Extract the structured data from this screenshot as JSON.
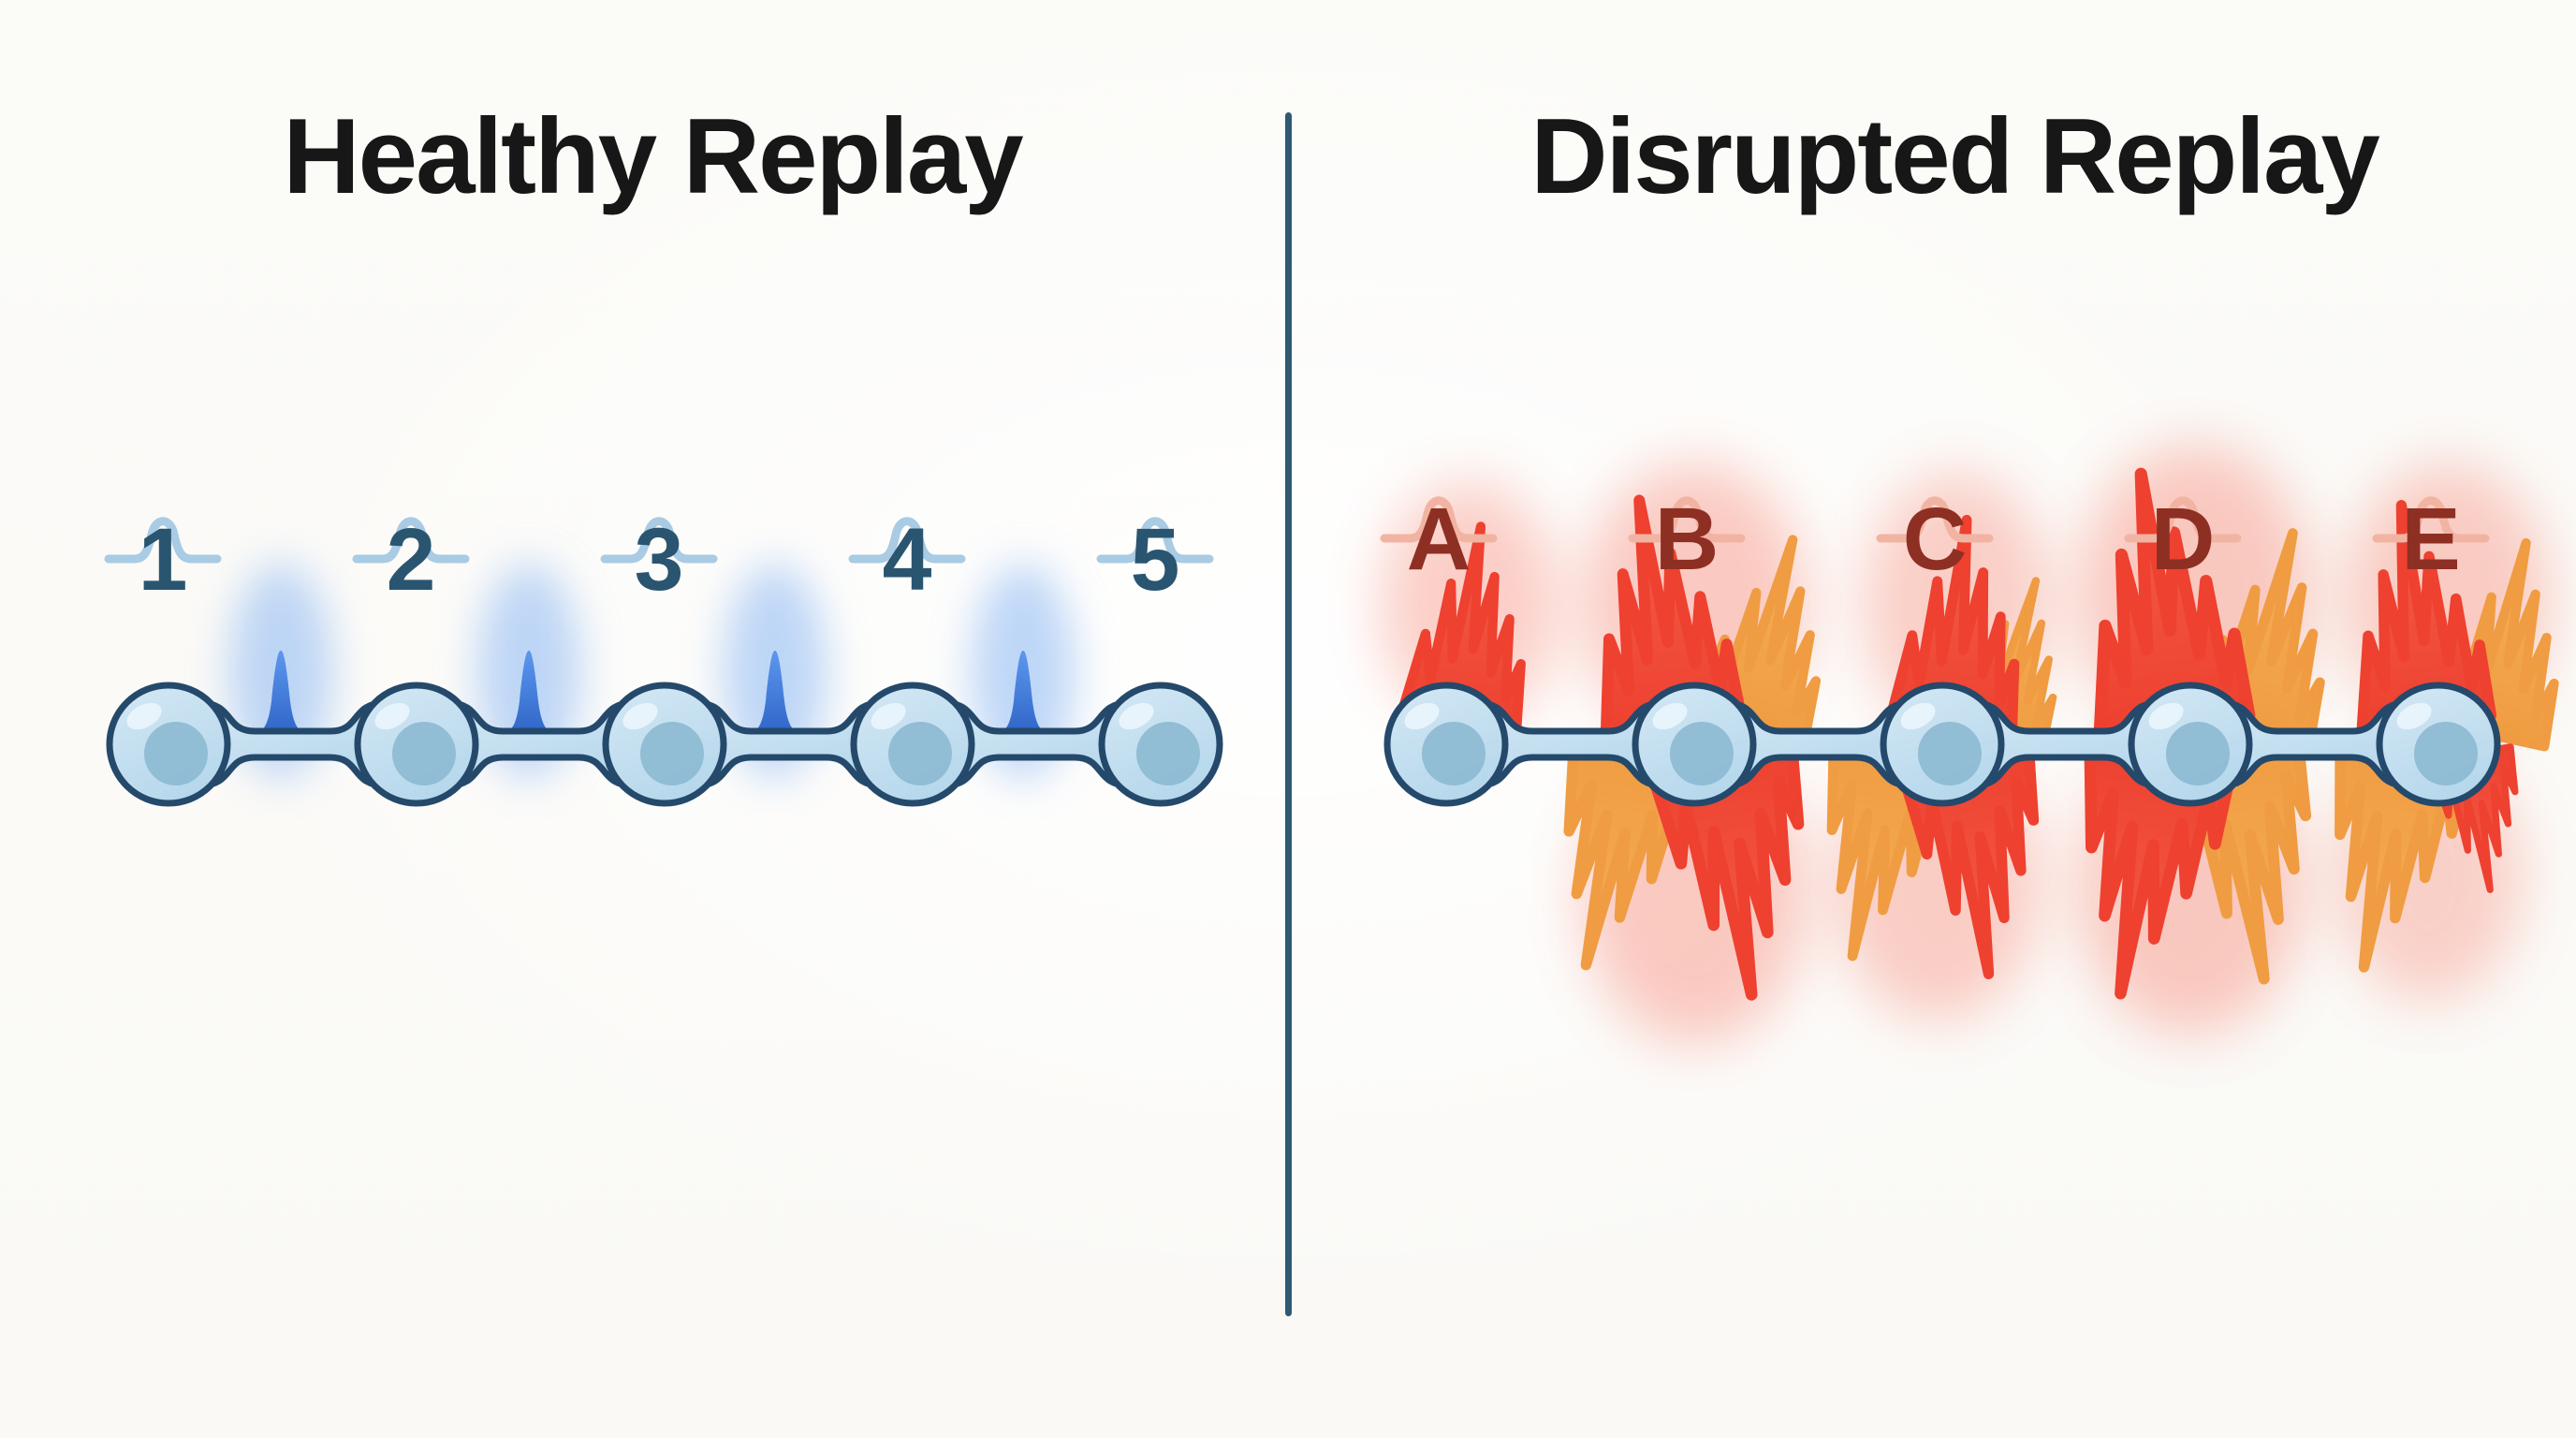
{
  "figure": {
    "left_panel": {
      "title": "Healthy Replay",
      "sequence_labels": [
        "1",
        "2",
        "3",
        "4",
        "5"
      ],
      "neuron_count": 5,
      "activity": "ordered single spikes between neurons"
    },
    "right_panel": {
      "title": "Disrupted Replay",
      "sequence_labels": [
        "A",
        "B",
        "C",
        "D",
        "E"
      ],
      "neuron_count": 5,
      "activity": "chaotic red-orange bursts around neurons"
    }
  },
  "colors": {
    "background": "#fbfaf7",
    "title_text": "#171717",
    "divider": "#2e5a72",
    "neuron_fill": "#b7d8ec",
    "neuron_fill_light": "#d4e8f5",
    "neuron_outline": "#24496b",
    "neuron_nucleus": "#8cb9d1",
    "neuron_highlight": "#e9f4fb",
    "spike_blue_tip": "#5d97ee",
    "spike_blue_base": "#2d63c6",
    "spike_glow": "#7fb0f2",
    "number_label": "#2a5570",
    "number_trace": "#a9cbe4",
    "flame_red": "#ee4130",
    "flame_orange": "#f09c42",
    "flame_glow": "#f4543c",
    "letter_label": "#8e2f24",
    "letter_trace": "#f2b4a2"
  }
}
